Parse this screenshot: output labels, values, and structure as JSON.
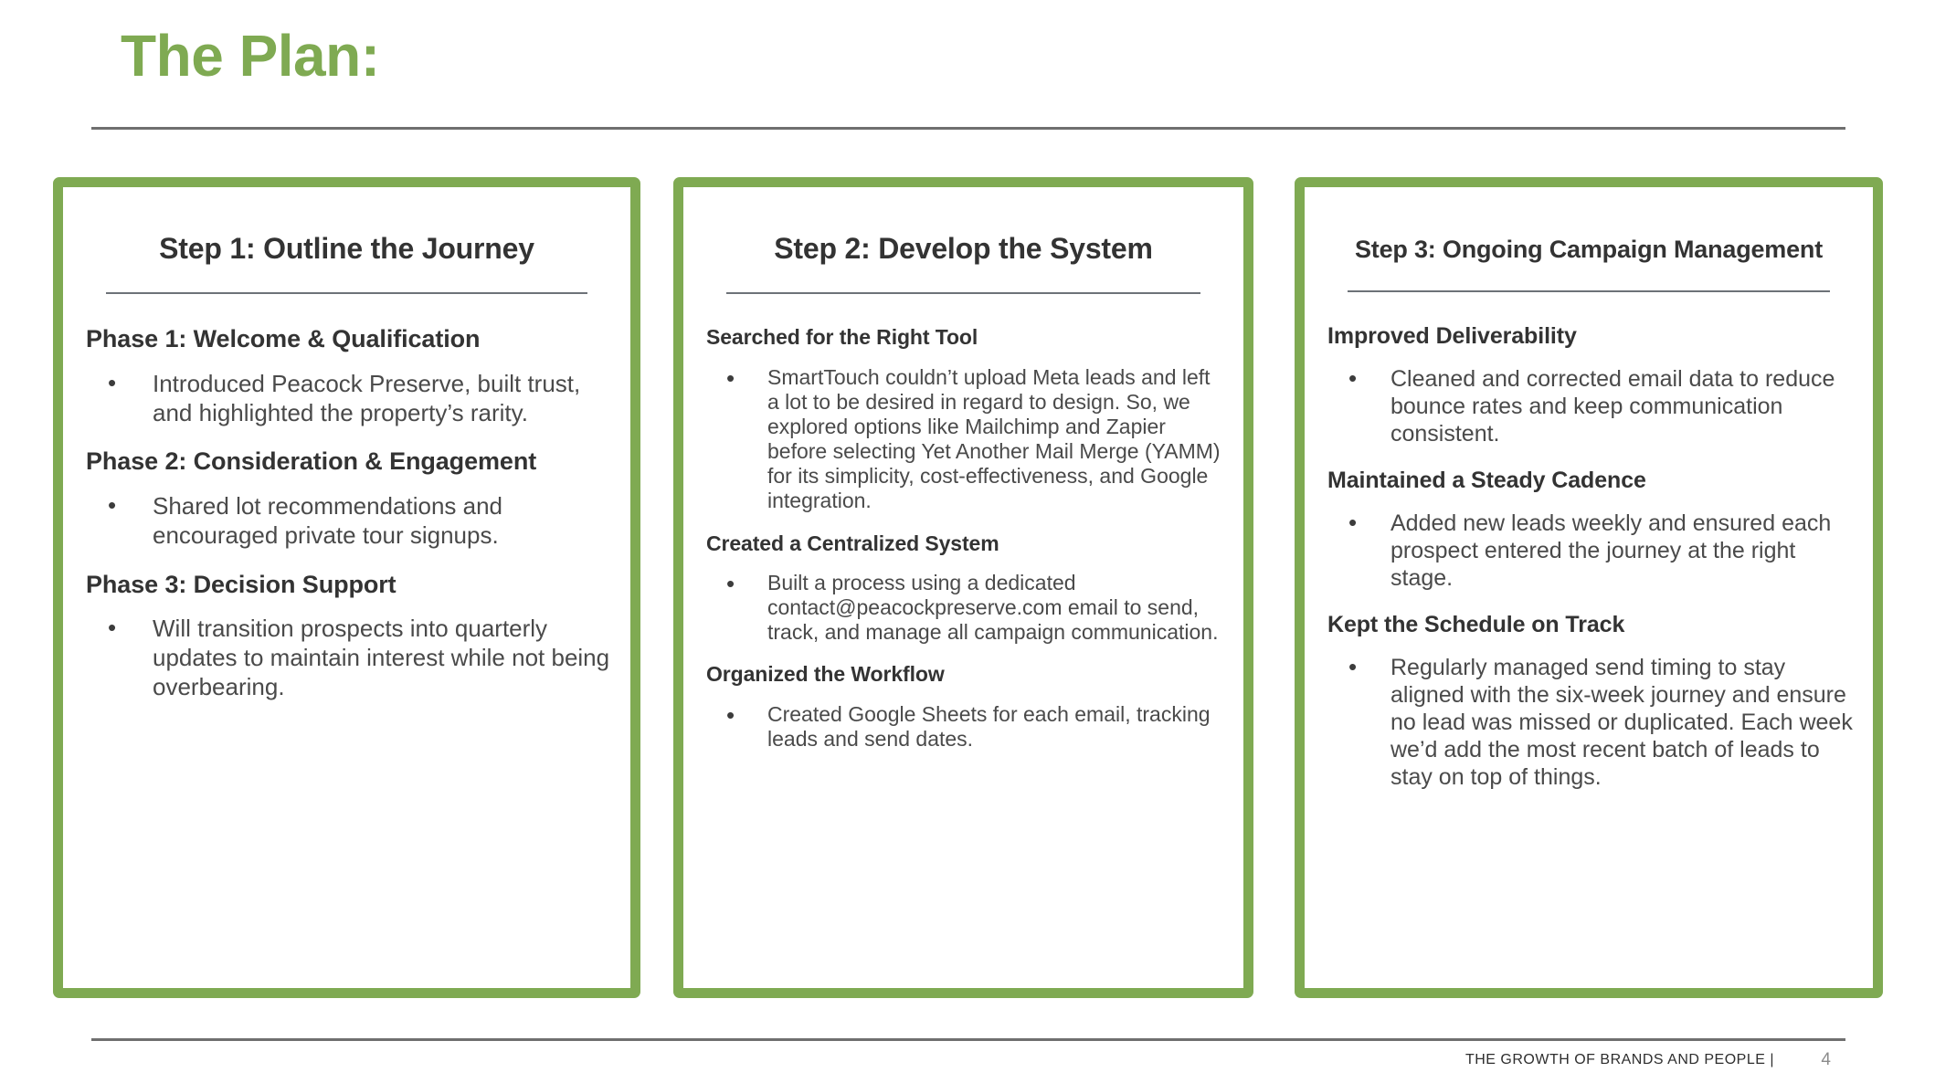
{
  "slide": {
    "title": "The Plan:",
    "accent_color": "#7FAA52",
    "heading_color": "#333333",
    "body_color": "#4A4A4A",
    "rule_color": "#6F6F6F"
  },
  "cards": [
    {
      "heading": "Step 1: Outline the Journey",
      "sections": [
        {
          "title": "Phase 1: Welcome & Qualification",
          "bullets": [
            "Introduced Peacock Preserve, built trust, and highlighted the property’s rarity."
          ]
        },
        {
          "title": "Phase 2: Consideration & Engagement",
          "bullets": [
            "Shared lot recommendations and encouraged private tour signups."
          ]
        },
        {
          "title": "Phase 3: Decision Support",
          "bullets": [
            "Will transition prospects into quarterly updates to maintain interest while not being overbearing."
          ]
        }
      ]
    },
    {
      "heading": "Step 2: Develop the System",
      "sections": [
        {
          "title": "Searched for the Right Tool",
          "bullets": [
            "SmartTouch couldn’t upload Meta leads and left a lot to be desired in regard to design. So, we explored options like Mailchimp and Zapier before selecting Yet Another Mail Merge (YAMM) for its simplicity, cost-effectiveness, and Google integration."
          ]
        },
        {
          "title": "Created a Centralized System",
          "bullets": [
            "Built a process using a dedicated contact@peacockpreserve.com email to send, track, and manage all campaign communication."
          ]
        },
        {
          "title": "Organized the Workflow",
          "bullets": [
            "Created Google Sheets for each email, tracking leads and send dates."
          ]
        }
      ]
    },
    {
      "heading": "Step 3: Ongoing Campaign Management",
      "sections": [
        {
          "title": "Improved Deliverability",
          "bullets": [
            "Cleaned and corrected email data to reduce bounce rates and keep communication consistent."
          ]
        },
        {
          "title": "Maintained a Steady Cadence",
          "bullets": [
            "Added new leads weekly and ensured each prospect entered the journey at the right stage."
          ]
        },
        {
          "title": "Kept the Schedule on Track",
          "bullets": [
            "Regularly managed send timing to stay aligned with the six-week journey and ensure no lead was missed or duplicated. Each week we’d add the most recent batch of leads to stay on top of things."
          ]
        }
      ]
    }
  ],
  "footer": {
    "text": "THE GROWTH OF BRANDS AND PEOPLE  |",
    "page_number": "4"
  }
}
